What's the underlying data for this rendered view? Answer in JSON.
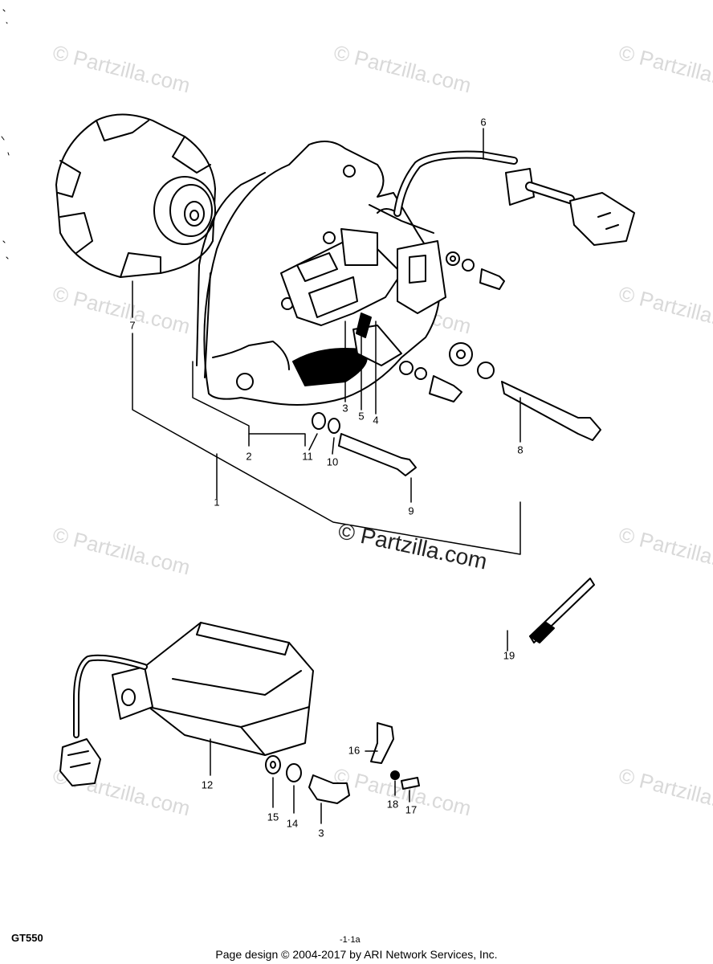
{
  "watermarks": {
    "text": "© Partzilla.com",
    "center": "© Partzilla.com"
  },
  "model_label": "GT550",
  "page_number": "-1·1a",
  "footer": "Page design © 2004-2017 by ARI Network Services, Inc.",
  "callouts": {
    "c1": "1",
    "c2": "2",
    "c3": "3",
    "c4": "4",
    "c5": "5",
    "c6": "6",
    "c7": "7",
    "c8": "8",
    "c9": "9",
    "c10": "10",
    "c11": "11",
    "c12": "12",
    "c13": "3",
    "c14": "14",
    "c15": "15",
    "c16": "16",
    "c17": "17",
    "c18": "18",
    "c19": "19"
  }
}
